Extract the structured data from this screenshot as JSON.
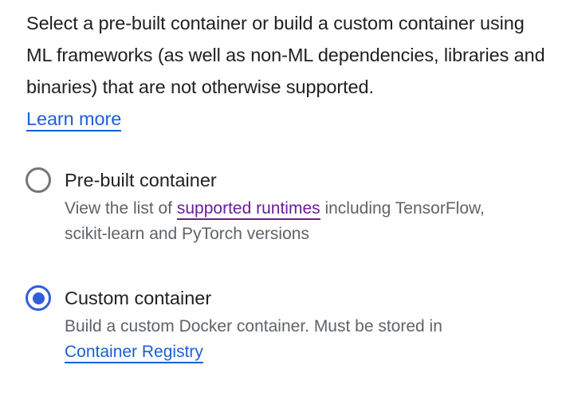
{
  "intro": {
    "text": "Select a pre-built container or build a custom container using ML frameworks (as well as non-ML dependencies, libraries and binaries) that are not otherwise supported.",
    "learn_more_label": "Learn more"
  },
  "options": [
    {
      "id": "prebuilt",
      "title": "Pre-built container",
      "selected": false,
      "desc_prefix": "View the list of ",
      "link_label": "supported runtimes",
      "desc_suffix": " including TensorFlow, scikit-learn and PyTorch versions"
    },
    {
      "id": "custom",
      "title": "Custom container",
      "selected": true,
      "desc_prefix": "Build a custom Docker container. Must be stored in ",
      "link_label": "Container Registry",
      "desc_suffix": ""
    }
  ],
  "colors": {
    "text_primary": "#202124",
    "text_secondary": "#5f6368",
    "link": "#1a5fd6",
    "link_visited": "#6a1b9a",
    "radio_checked": "#2f5fd8",
    "radio_unchecked": "#757575"
  }
}
